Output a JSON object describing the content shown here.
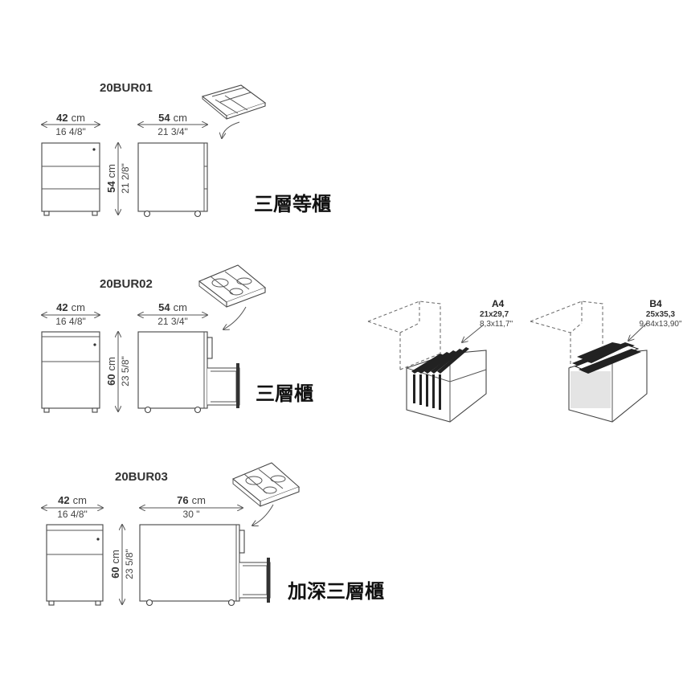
{
  "cabinets": [
    {
      "model": "20BUR01",
      "width_cm": "42",
      "width_unit": "cm",
      "width_in": "16 4/8\"",
      "depth_cm": "54",
      "depth_unit": "cm",
      "depth_in": "21 3/4\"",
      "height_cm": "54",
      "height_unit": "cm",
      "height_in": "21 2/8\"",
      "caption": "三層等櫃"
    },
    {
      "model": "20BUR02",
      "width_cm": "42",
      "width_unit": "cm",
      "width_in": "16 4/8\"",
      "depth_cm": "54",
      "depth_unit": "cm",
      "depth_in": "21 3/4\"",
      "height_cm": "60",
      "height_unit": "cm",
      "height_in": "23 5/8\"",
      "caption": "三層櫃"
    },
    {
      "model": "20BUR03",
      "width_cm": "42",
      "width_unit": "cm",
      "width_in": "16 4/8\"",
      "depth_cm": "76",
      "depth_unit": "cm",
      "depth_in": "30 \"",
      "height_cm": "60",
      "height_unit": "cm",
      "height_in": "23 5/8\"",
      "caption": "加深三層櫃"
    }
  ],
  "file_formats": [
    {
      "name": "A4",
      "size_cm": "21x29,7",
      "size_in": "8,3x11,7\""
    },
    {
      "name": "B4",
      "size_cm": "25x35,3",
      "size_in": "9,84x13,90\""
    }
  ]
}
